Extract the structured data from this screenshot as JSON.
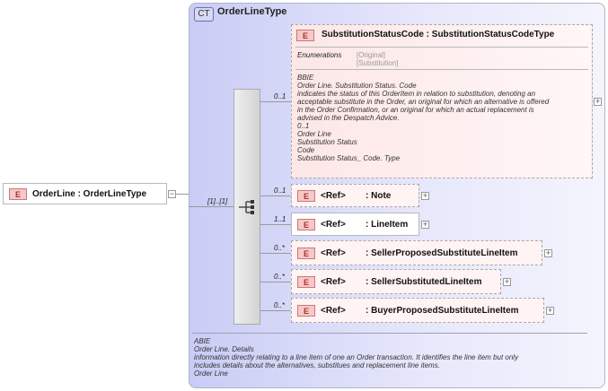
{
  "root": {
    "badge": "E",
    "label": "OrderLine : OrderLineType",
    "collapse": "−"
  },
  "complex_type": {
    "badge": "CT",
    "title": "OrderLineType",
    "doc": [
      "ABIE",
      "Order Line. Details",
      "information directly relating to a line item of one an Order transaction. It identifies the line item but only",
      "includes details about the alternatives, substitues and replacement line items.",
      "Order Line"
    ]
  },
  "sequence": {
    "multiplicity": "[1]..[1]"
  },
  "substitution": {
    "badge": "E",
    "label": "SubstitutionStatusCode : SubstitutionStatusCodeType",
    "multiplicity": "0..1",
    "enum_label": "Enumerations",
    "enum_values": [
      "[Original]",
      "[Substitution]"
    ],
    "doc": [
      "BBIE",
      "Order Line. Substitution Status. Code",
      "indicates the status of this OrderItem in relation to substitution, denoting an",
      "acceptable substitute in the Order, an original for which an alternative is offered",
      "in the Order Confirmation, or an original for which an actual replacement is",
      "advised in the Despatch Advice.",
      "0..1",
      "Order Line",
      "Substitution Status",
      "Code",
      "Substitution Status_ Code. Type"
    ]
  },
  "children": [
    {
      "badge": "E",
      "ref": "<Ref>",
      "name": ": Note",
      "multiplicity": "0..1",
      "expand": "+"
    },
    {
      "badge": "E",
      "ref": "<Ref>",
      "name": ": LineItem",
      "multiplicity": "1..1",
      "expand": "+"
    },
    {
      "badge": "E",
      "ref": "<Ref>",
      "name": ": SellerProposedSubstituteLineItem",
      "multiplicity": "0..*",
      "expand": "+"
    },
    {
      "badge": "E",
      "ref": "<Ref>",
      "name": ": SellerSubstitutedLineItem",
      "multiplicity": "0..*",
      "expand": "+"
    },
    {
      "badge": "E",
      "ref": "<Ref>",
      "name": ": BuyerProposedSubstituteLineItem",
      "multiplicity": "0..*",
      "expand": "+"
    }
  ],
  "colors": {
    "ct_bg": "#c9ccf5",
    "element_badge": "#f6c8c8",
    "optional_bg": "#fff3f3"
  }
}
